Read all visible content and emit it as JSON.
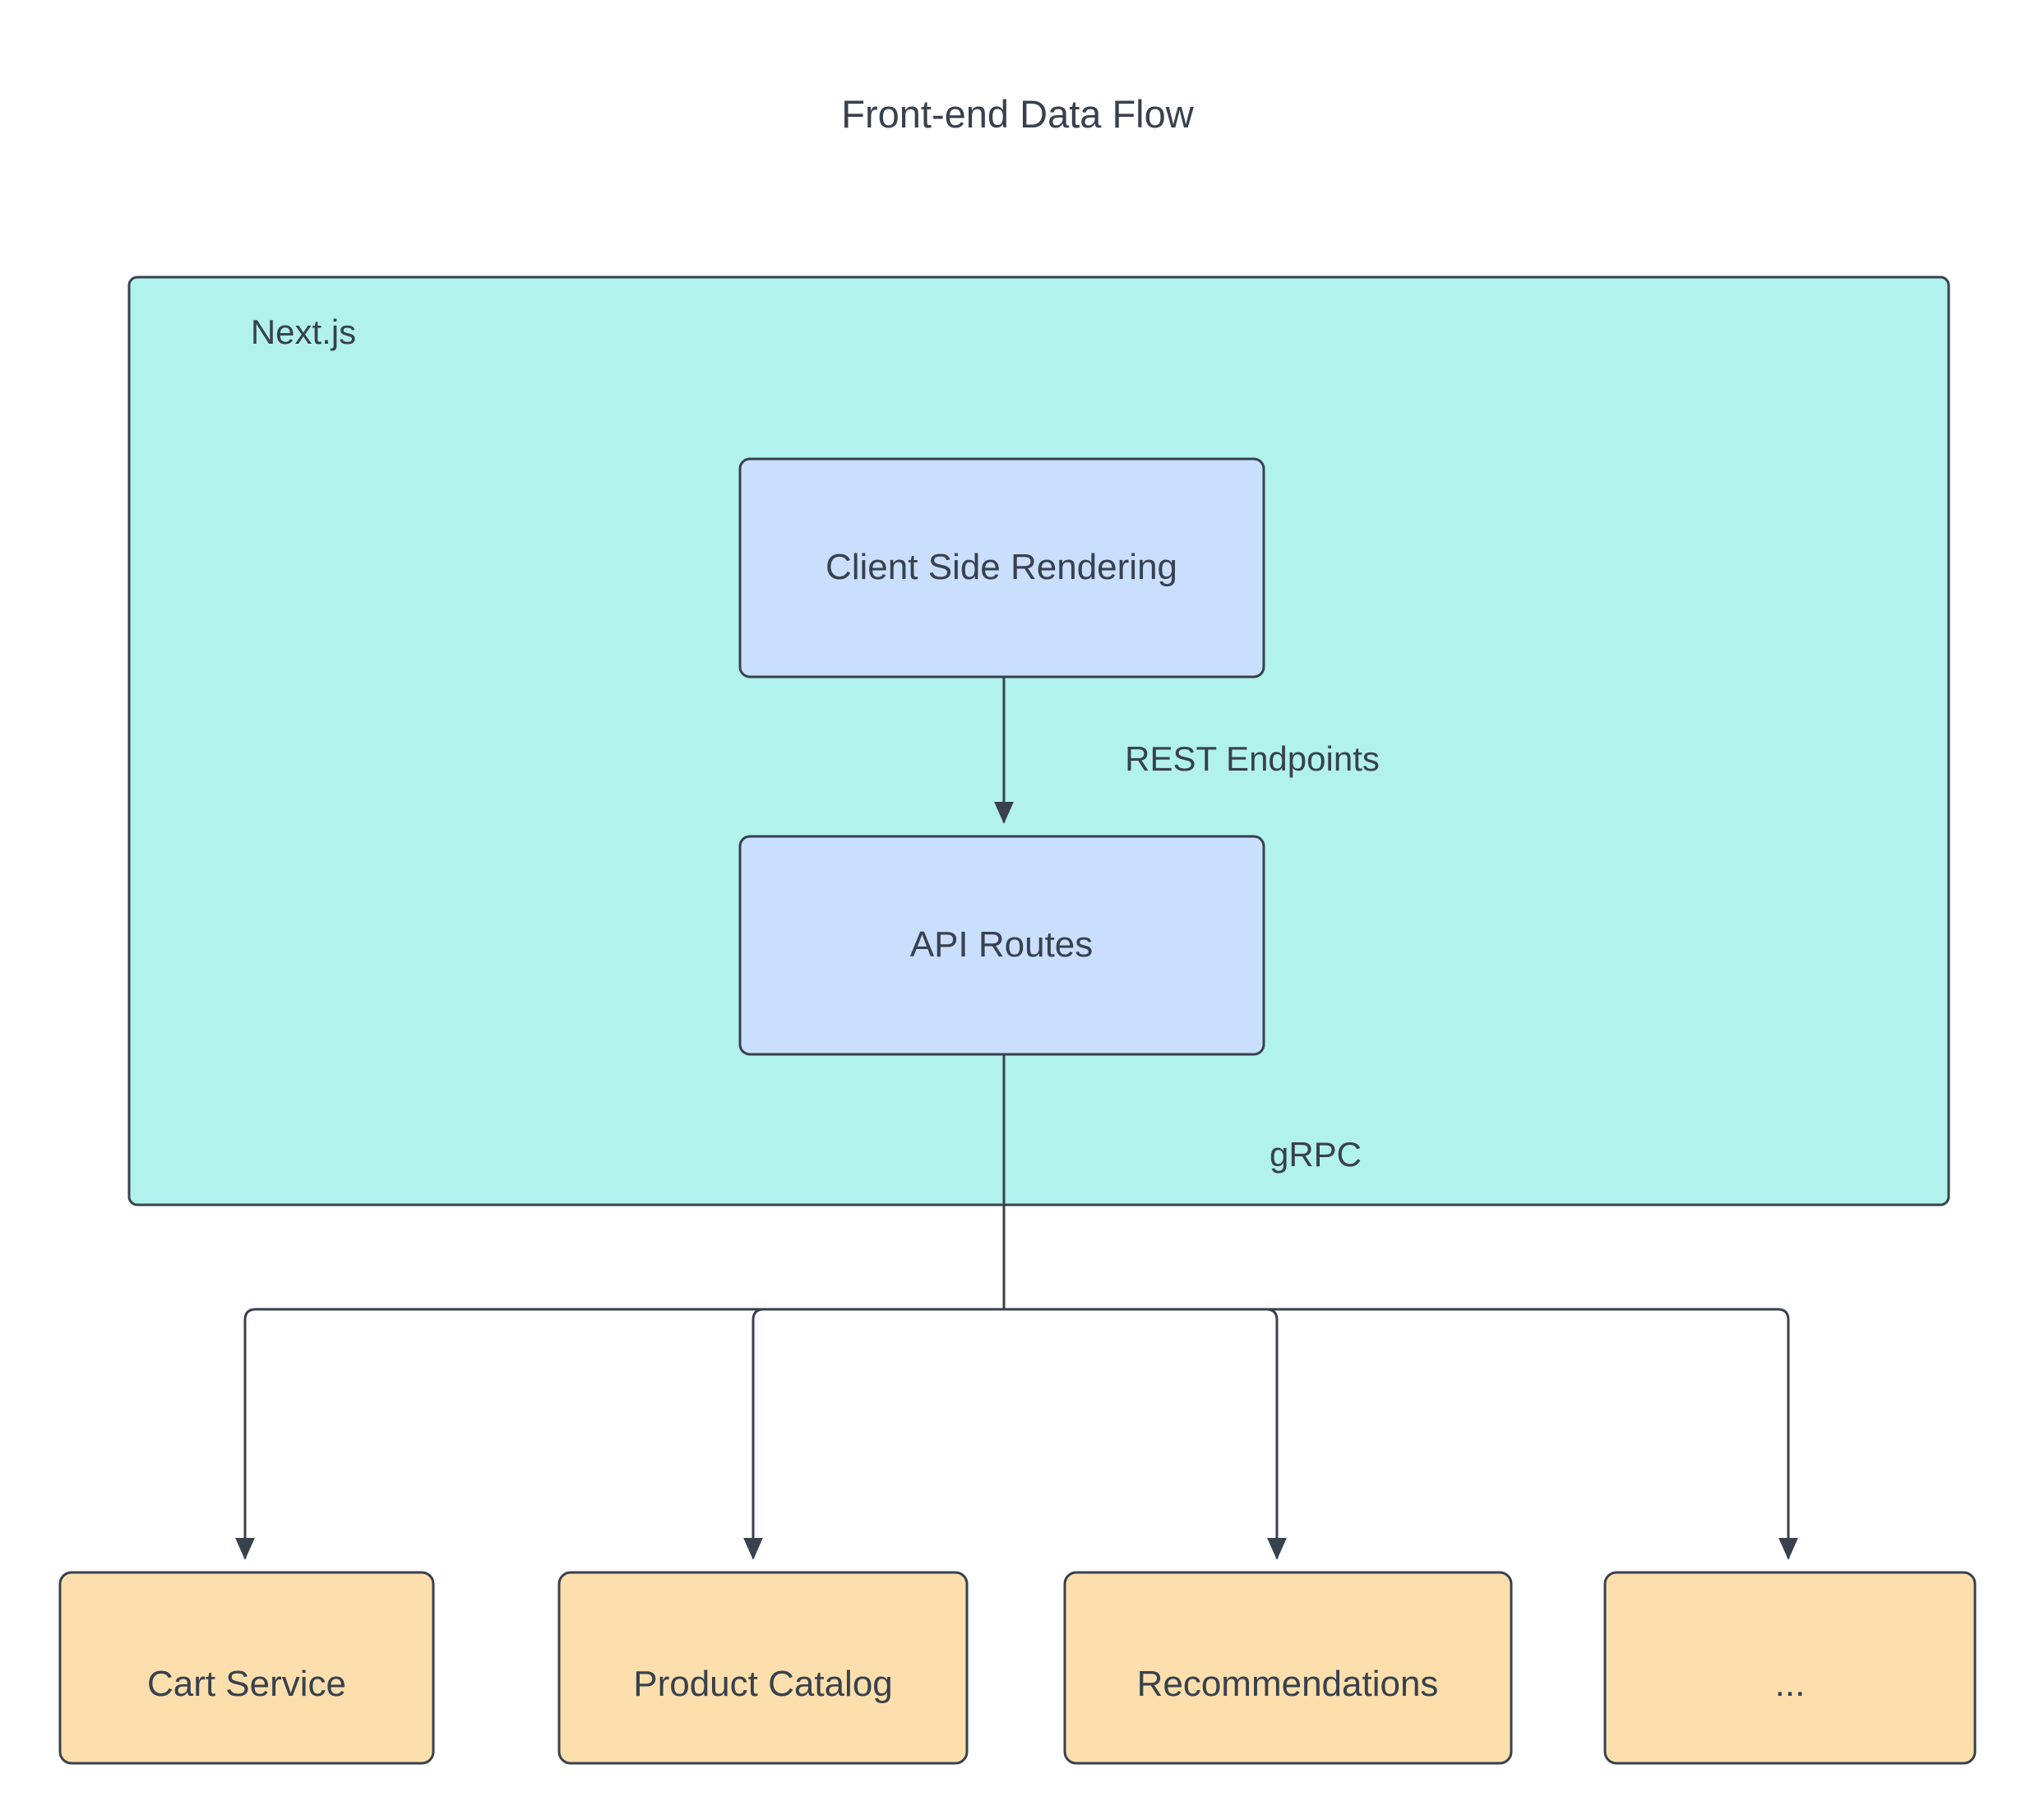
{
  "diagram": {
    "title": "Front-end Data Flow",
    "type": "flowchart",
    "background": "#ffffff",
    "text_color": "#38414d",
    "stroke_color": "#38414d",
    "groups": [
      {
        "id": "nextjs",
        "label": "Next.js",
        "fill": "#b1f2ec",
        "stroke": "#38414d"
      }
    ],
    "nodes": [
      {
        "id": "csr",
        "label": "Client Side Rendering",
        "fill": "#cadffd",
        "stroke": "#38414d",
        "group": "nextjs"
      },
      {
        "id": "api",
        "label": "API Routes",
        "fill": "#cadffd",
        "stroke": "#38414d",
        "group": "nextjs"
      },
      {
        "id": "cart",
        "label": "Cart Service",
        "fill": "#fcdfac",
        "stroke": "#38414d"
      },
      {
        "id": "catalog",
        "label": "Product Catalog",
        "fill": "#fcdfac",
        "stroke": "#38414d"
      },
      {
        "id": "recs",
        "label": "Recommendations",
        "fill": "#fcdfac",
        "stroke": "#38414d"
      },
      {
        "id": "more",
        "label": "...",
        "fill": "#fcdfac",
        "stroke": "#38414d"
      }
    ],
    "edges": [
      {
        "from": "csr",
        "to": "api",
        "label": "REST Endpoints"
      },
      {
        "from": "api",
        "to": "cart",
        "label": "gRPC"
      },
      {
        "from": "api",
        "to": "catalog",
        "label": ""
      },
      {
        "from": "api",
        "to": "recs",
        "label": ""
      },
      {
        "from": "api",
        "to": "more",
        "label": ""
      }
    ],
    "edge_labels": {
      "rest": "REST Endpoints",
      "grpc": "gRPC"
    }
  }
}
